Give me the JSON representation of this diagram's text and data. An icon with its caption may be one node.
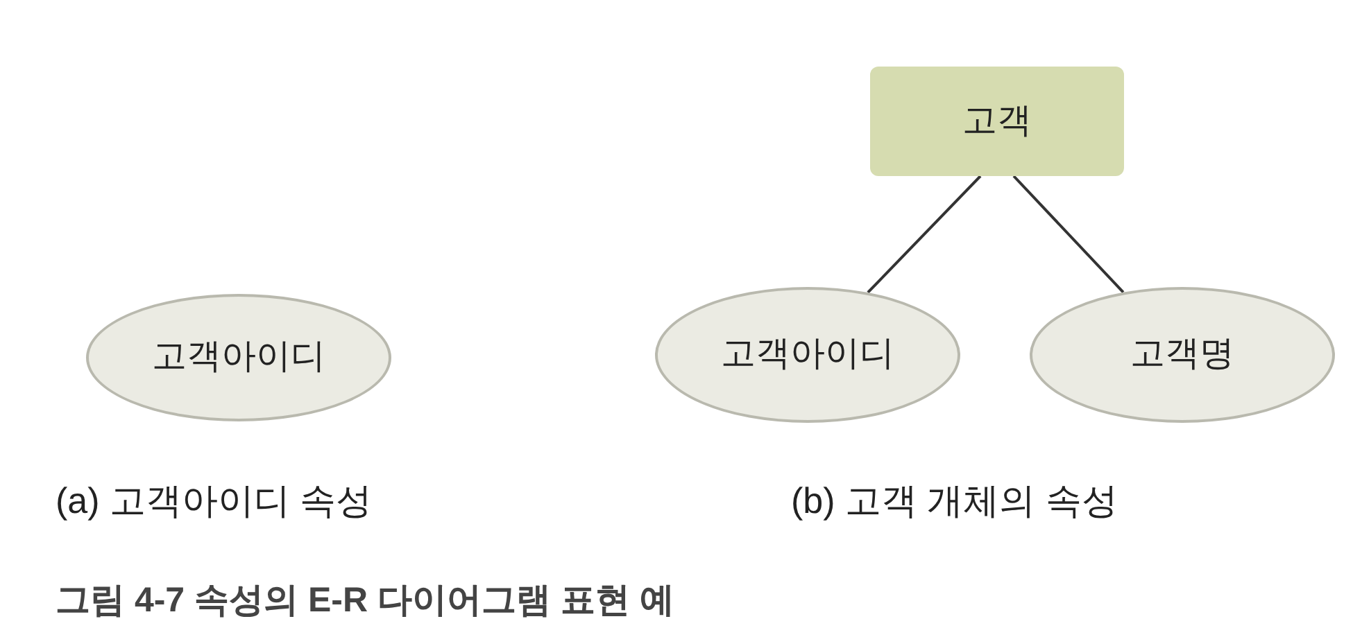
{
  "diagram": {
    "caption": "그림 4-7 속성의 E-R 다이어그램 표현 예",
    "nodes": [
      {
        "text": [
          "고객아이디"
        ]
      },
      {
        "text": [
          "고객"
        ]
      },
      {
        "text": [
          "고객아이디"
        ]
      },
      {
        "text": [
          "고객명"
        ]
      }
    ],
    "edges": [
      {
        "from": 1,
        "to": 2,
        "arrow": "none"
      },
      {
        "from": 1,
        "to": 3,
        "arrow": "none"
      }
    ],
    "labels": [
      "(a) 고객아이디 속성",
      "(b) 고객 개체의 속성"
    ]
  }
}
